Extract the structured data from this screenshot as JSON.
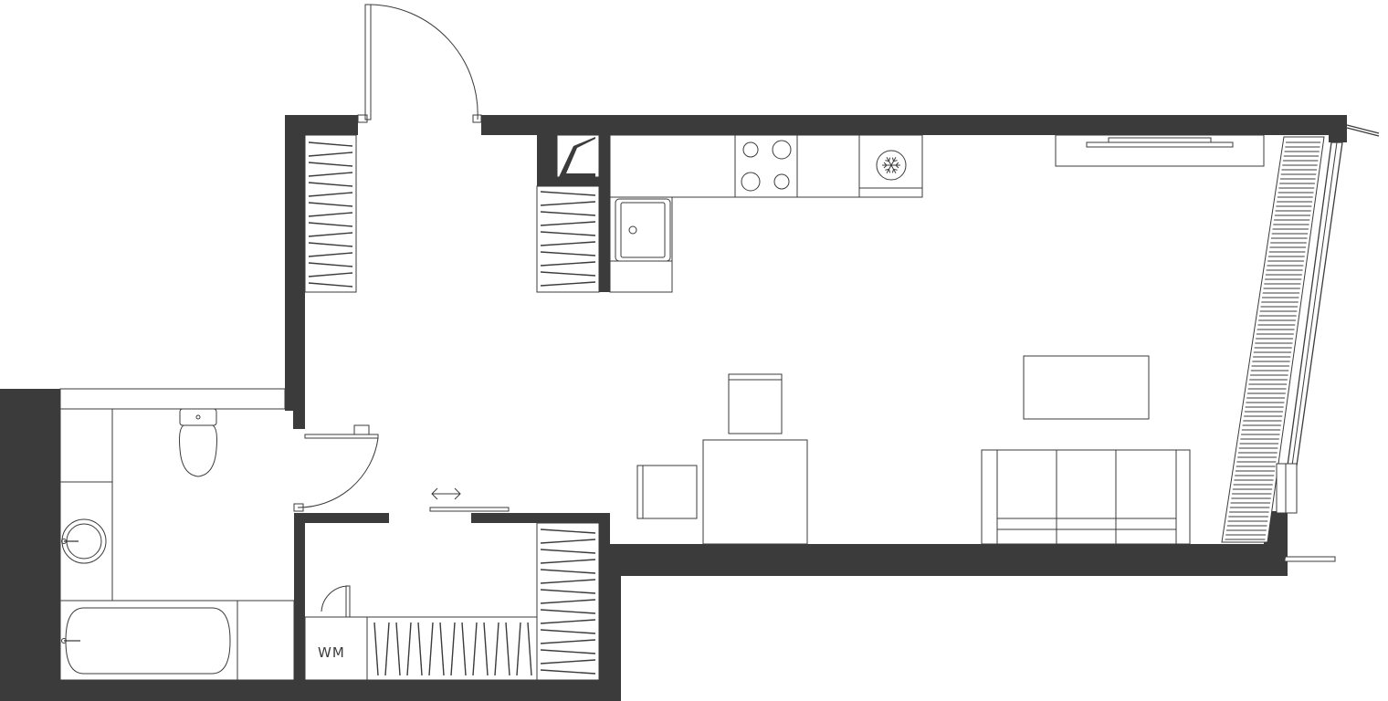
{
  "labels": {
    "washing_machine": "WM"
  },
  "icons": {
    "sliding_door": "double-arrow",
    "fridge": "snowflake"
  },
  "colors": {
    "wall": "#3b3b3b",
    "background": "#ffffff"
  }
}
